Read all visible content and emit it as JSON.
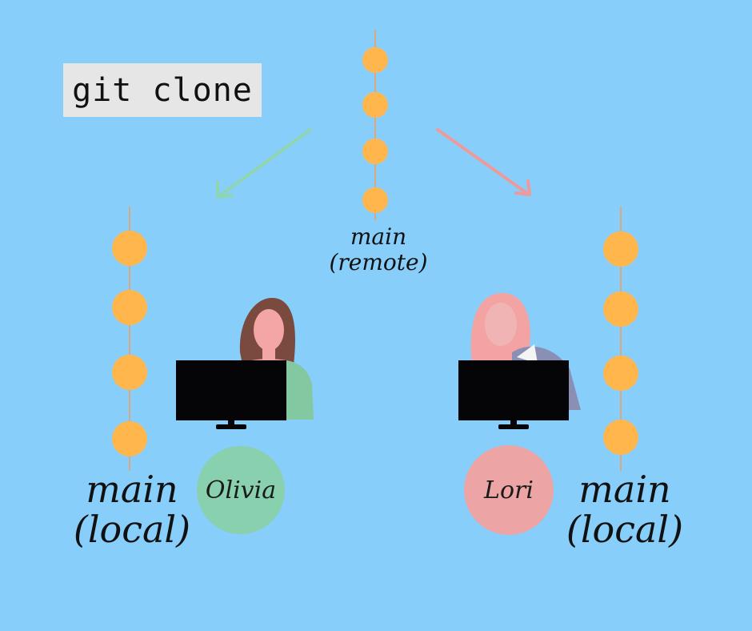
{
  "command": {
    "text": "git clone"
  },
  "branches": {
    "remote": {
      "line1": "main",
      "line2": "(remote)"
    },
    "local_left": {
      "line1": "main",
      "line2": "(local)"
    },
    "local_right": {
      "line1": "main",
      "line2": "(local)"
    }
  },
  "people": {
    "left": {
      "name": "Olivia"
    },
    "right": {
      "name": "Lori"
    }
  },
  "colors": {
    "background": "#87cefa",
    "commit": "#ffb74d",
    "commit_line": "#d9a880",
    "arrow_left": "#8fd6b0",
    "arrow_right": "#ef9a9a",
    "circle_olivia": "#88d0ae",
    "circle_lori": "#eca4a4",
    "monitor": "#050508"
  },
  "icons": [
    "commit-node",
    "arrow",
    "monitor",
    "person-avatar"
  ]
}
